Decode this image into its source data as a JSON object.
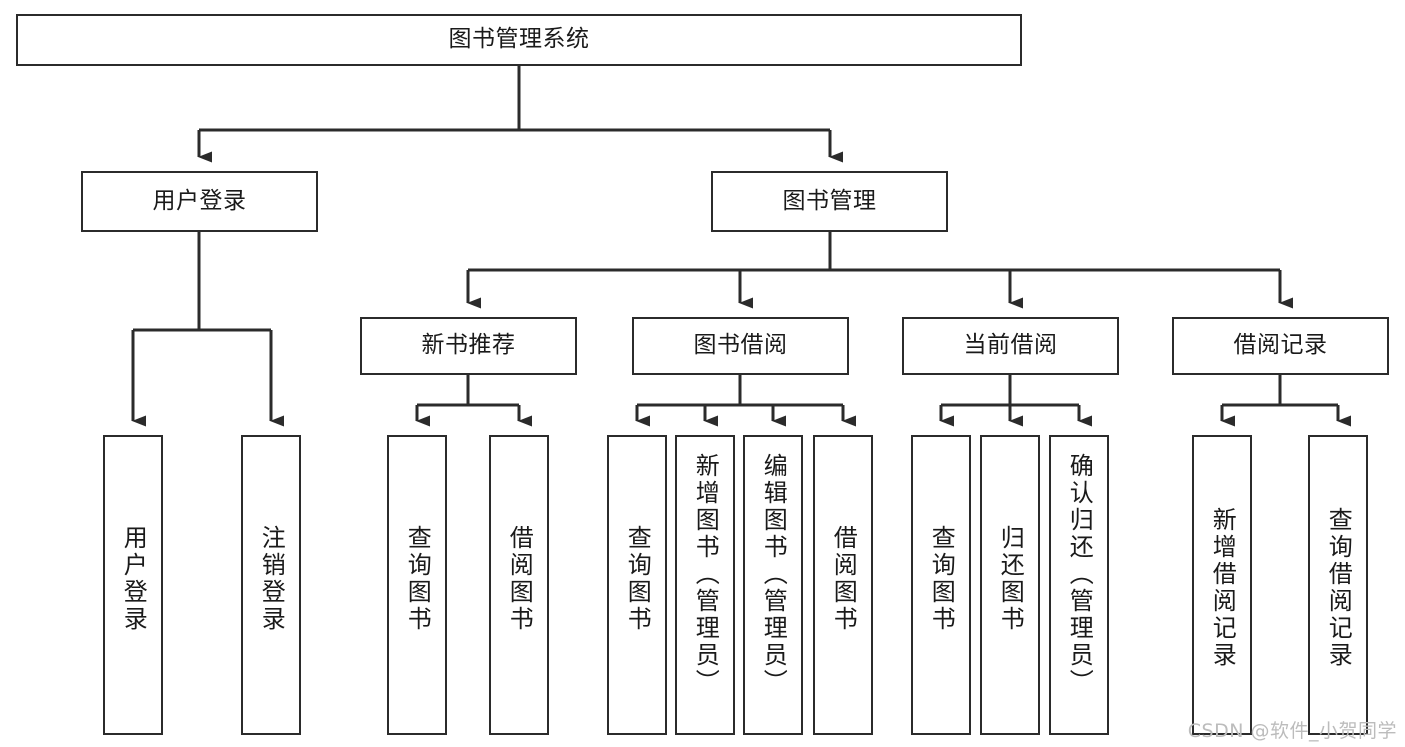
{
  "diagram": {
    "type": "tree",
    "title": "图书管理系统",
    "orientation": "top-down",
    "stroke_color": "#2b2b2b",
    "fill_color": "#ffffff",
    "text_color": "#1a1a1a",
    "levels": 4
  },
  "root": {
    "label": "图书管理系统"
  },
  "level2": [
    {
      "label": "用户登录"
    },
    {
      "label": "图书管理"
    }
  ],
  "level3": [
    {
      "label": "新书推荐"
    },
    {
      "label": "图书借阅"
    },
    {
      "label": "当前借阅"
    },
    {
      "label": "借阅记录"
    }
  ],
  "leaves": {
    "user_login": [
      {
        "label": "用户登录"
      },
      {
        "label": "注销登录"
      }
    ],
    "new_book_recommend": [
      {
        "label": "查询图书"
      },
      {
        "label": "借阅图书"
      }
    ],
    "book_borrow": [
      {
        "label": "查询图书"
      },
      {
        "label": "新增图书（管理员）"
      },
      {
        "label": "编辑图书（管理员）"
      },
      {
        "label": "借阅图书"
      }
    ],
    "current_borrow": [
      {
        "label": "查询图书"
      },
      {
        "label": "归还图书"
      },
      {
        "label": "确认归还（管理员）"
      }
    ],
    "borrow_record": [
      {
        "label": "新增借阅记录"
      },
      {
        "label": "查询借阅记录"
      }
    ]
  },
  "watermark": {
    "text": "CSDN @软件_小贺同学"
  }
}
